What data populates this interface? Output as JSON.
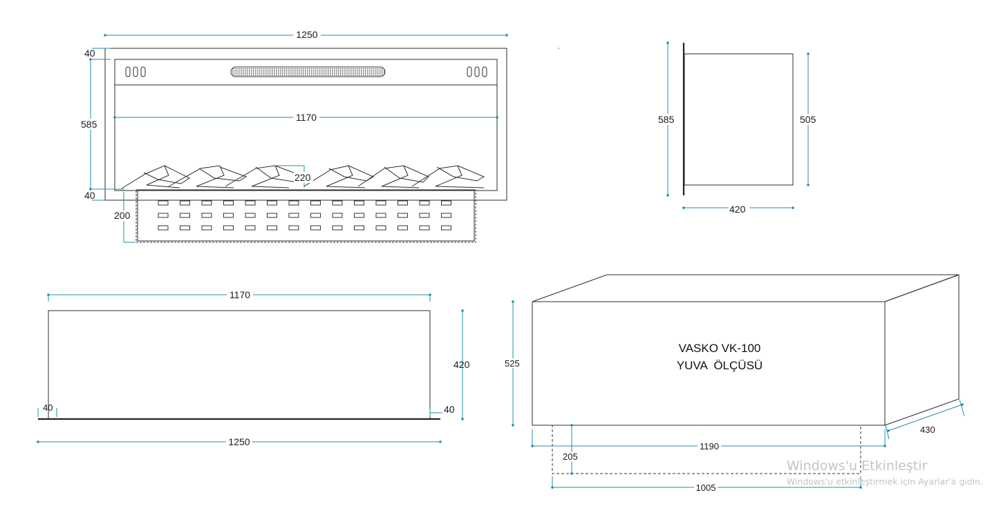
{
  "front_view": {
    "total_width": "1250",
    "top_margin": "40",
    "height": "585",
    "bottom_margin": "40",
    "inner_width": "1170",
    "log_height": "220",
    "tray_height": "200"
  },
  "side_view": {
    "total_height": "585",
    "body_height": "505",
    "depth": "420"
  },
  "top_view": {
    "inner_width": "1170",
    "depth": "420",
    "left_flange": "40",
    "right_flange": "40",
    "total_width": "1250"
  },
  "box_view": {
    "title_line1": "VASKO VK-100",
    "title_line2": "YUVA  ÖLÇÜSÜ",
    "height": "525",
    "width": "1190",
    "depth": "430",
    "bottom_height": "205",
    "bottom_width": "1005"
  },
  "watermark": {
    "line1": "Windows'u Etkinleştir",
    "line2": "Windows'u etkinleştirmek için Ayarlar'a gidin."
  }
}
